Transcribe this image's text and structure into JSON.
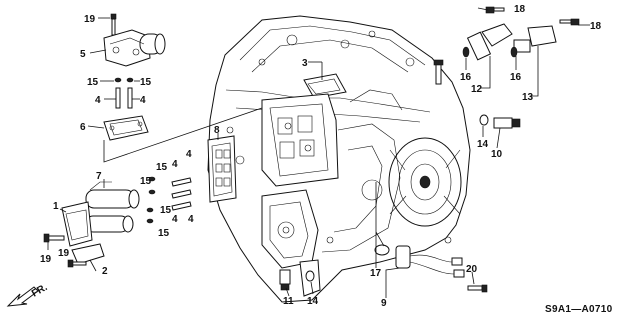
{
  "diagram_code": "S9A1—A0710",
  "direction_label": "FR.",
  "callouts": [
    {
      "id": "c19a",
      "text": "19"
    },
    {
      "id": "c5",
      "text": "5"
    },
    {
      "id": "c15a",
      "text": "15"
    },
    {
      "id": "c15b",
      "text": "15"
    },
    {
      "id": "c4a",
      "text": "4"
    },
    {
      "id": "c4b",
      "text": "4"
    },
    {
      "id": "c6",
      "text": "6"
    },
    {
      "id": "c3",
      "text": "3"
    },
    {
      "id": "c8",
      "text": "8"
    },
    {
      "id": "c15c",
      "text": "15"
    },
    {
      "id": "c4c",
      "text": "4"
    },
    {
      "id": "c4d",
      "text": "4"
    },
    {
      "id": "c15d",
      "text": "15"
    },
    {
      "id": "c15e",
      "text": "15"
    },
    {
      "id": "c15f",
      "text": "15"
    },
    {
      "id": "c4e",
      "text": "4"
    },
    {
      "id": "c4f",
      "text": "4"
    },
    {
      "id": "c7",
      "text": "7"
    },
    {
      "id": "c1",
      "text": "1"
    },
    {
      "id": "c19b",
      "text": "19"
    },
    {
      "id": "c19c",
      "text": "19"
    },
    {
      "id": "c2",
      "text": "2"
    },
    {
      "id": "c18a",
      "text": "18"
    },
    {
      "id": "c18b",
      "text": "18"
    },
    {
      "id": "c16a",
      "text": "16"
    },
    {
      "id": "c16b",
      "text": "16"
    },
    {
      "id": "c12",
      "text": "12"
    },
    {
      "id": "c13",
      "text": "13"
    },
    {
      "id": "c14a",
      "text": "14"
    },
    {
      "id": "c10",
      "text": "10"
    },
    {
      "id": "c17",
      "text": "17"
    },
    {
      "id": "c9",
      "text": "9"
    },
    {
      "id": "c20",
      "text": "20"
    },
    {
      "id": "c11",
      "text": "11"
    },
    {
      "id": "c14b",
      "text": "14"
    }
  ]
}
